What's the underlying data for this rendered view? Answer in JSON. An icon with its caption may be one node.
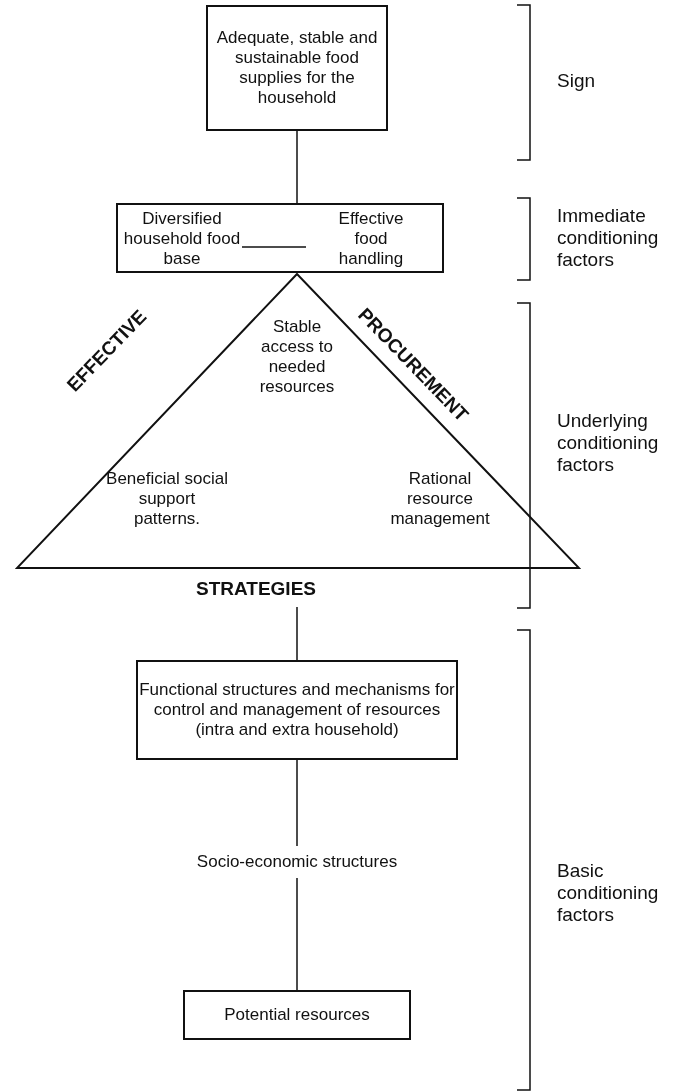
{
  "diagram": {
    "nodes": [
      {
        "text": [
          "Adequate, stable and sustainable food supplies for the household"
        ]
      },
      {
        "text": [],
        "shape": "box"
      },
      {
        "text": [
          "Diversified household food base"
        ],
        "in": 1
      },
      {
        "text": [
          "Effective food handling"
        ],
        "in": 1
      },
      {
        "text": [
          "EFFECTIVE",
          "PROCUREMENT",
          "Stable access to needed resources",
          "Beneficial social support patterns.",
          "Rational resource management",
          "STRATEGIES"
        ]
      },
      {
        "text": [
          "Functional structures and mechanisms for control and management of resources (intra and extra household)"
        ]
      },
      {
        "text": [
          "Socio-economic structures"
        ]
      },
      {
        "text": [
          "Potential resources"
        ]
      }
    ],
    "edges": [
      {
        "from": 0,
        "to": 1,
        "arrow": "none"
      },
      {
        "from": 2,
        "to": 3,
        "arrow": "none"
      },
      {
        "from": 4,
        "to": 5,
        "arrow": "none"
      },
      {
        "from": 5,
        "to": 6,
        "arrow": "none"
      },
      {
        "from": 6,
        "to": 7,
        "arrow": "none"
      }
    ],
    "labels": [
      "Sign",
      "Immediate conditioning factors",
      "Underlying conditioning factors",
      "Basic conditioning factors"
    ]
  }
}
